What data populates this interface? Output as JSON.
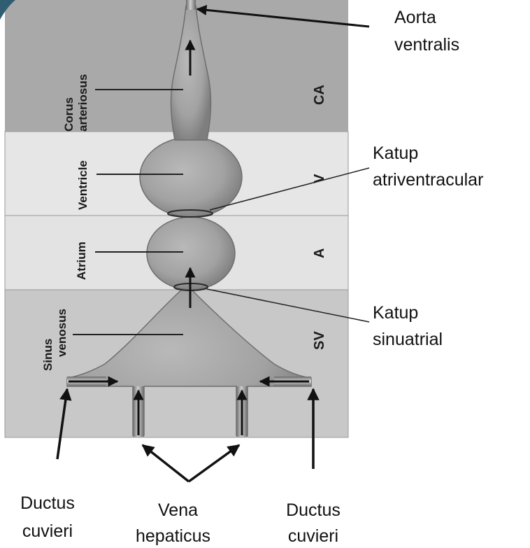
{
  "diagram": {
    "regions": [
      {
        "code": "CA",
        "side_label": [
          "Corus",
          "arteriosus"
        ],
        "shade": "#a9a9a9"
      },
      {
        "code": "V",
        "side_label": [
          "Ventricle"
        ],
        "shade": "#e6e6e6"
      },
      {
        "code": "A",
        "side_label": [
          "Atrium"
        ],
        "shade": "#e3e3e3"
      },
      {
        "code": "SV",
        "side_label": [
          "Sinus",
          "venosus"
        ],
        "shade": "#c8c8c8"
      }
    ],
    "callouts": {
      "aorta": [
        "Aorta",
        "ventralis"
      ],
      "katup_av": [
        "Katup",
        "atriventracular"
      ],
      "katup_sa": [
        "Katup",
        "sinuatrial"
      ]
    },
    "bottom_labels": {
      "ductus_left": [
        "Ductus",
        "cuvieri"
      ],
      "vena": [
        "Vena",
        "hepaticus"
      ],
      "ductus_right": [
        "Ductus",
        "cuvieri"
      ]
    }
  }
}
